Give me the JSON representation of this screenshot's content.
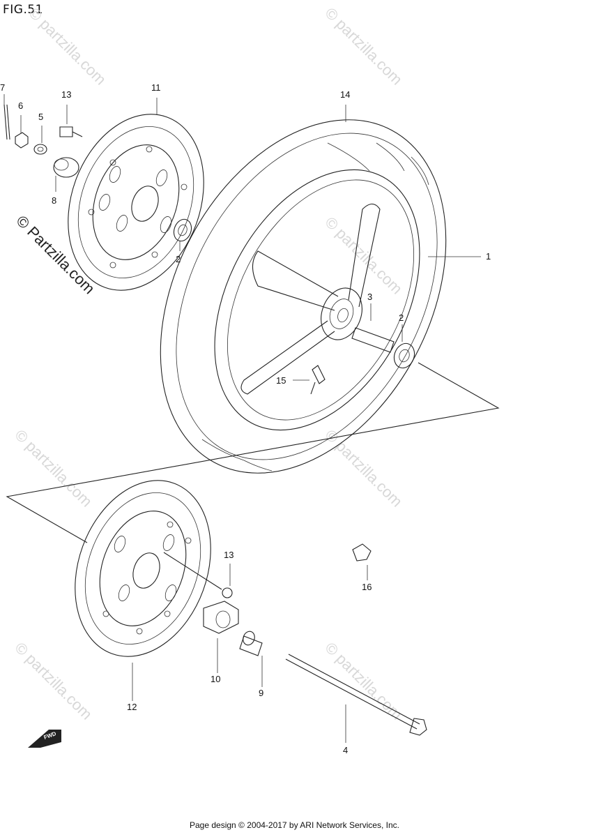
{
  "figure": {
    "title": "FIG.51"
  },
  "callouts": [
    {
      "id": "1",
      "label": "1"
    },
    {
      "id": "2a",
      "label": "2"
    },
    {
      "id": "2b",
      "label": "2"
    },
    {
      "id": "3",
      "label": "3"
    },
    {
      "id": "4",
      "label": "4"
    },
    {
      "id": "5",
      "label": "5"
    },
    {
      "id": "6",
      "label": "6"
    },
    {
      "id": "7",
      "label": "7"
    },
    {
      "id": "8",
      "label": "8"
    },
    {
      "id": "9",
      "label": "9"
    },
    {
      "id": "10",
      "label": "10"
    },
    {
      "id": "11",
      "label": "11"
    },
    {
      "id": "12",
      "label": "12"
    },
    {
      "id": "13a",
      "label": "13"
    },
    {
      "id": "13b",
      "label": "13"
    },
    {
      "id": "14",
      "label": "14"
    },
    {
      "id": "15",
      "label": "15"
    },
    {
      "id": "16",
      "label": "16"
    }
  ],
  "watermark": {
    "text": "© Partzilla.com",
    "faint_text": "© partzilla.com"
  },
  "fwd_marker": {
    "text": "FWD"
  },
  "footer": {
    "text": "Page design © 2004-2017 by ARI Network Services, Inc."
  }
}
